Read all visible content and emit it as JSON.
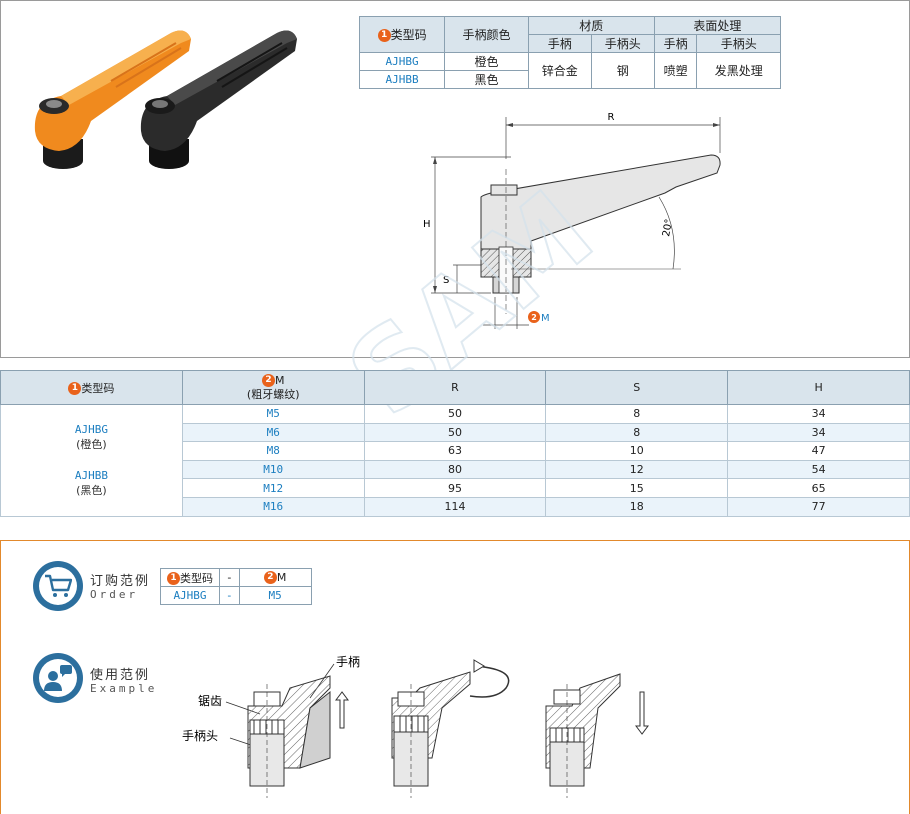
{
  "spec_table": {
    "header_code": "类型码",
    "header_color": "手柄颜色",
    "header_material": "材质",
    "header_surface": "表面处理",
    "sub_handle": "手柄",
    "sub_head": "手柄头",
    "rows": [
      {
        "code": "AJHBG",
        "color": "橙色"
      },
      {
        "code": "AJHBB",
        "color": "黑色"
      }
    ],
    "material_handle": "锌合金",
    "material_head": "钢",
    "surface_handle": "喷塑",
    "surface_head": "发黑处理"
  },
  "drawing": {
    "label_R": "R",
    "label_H": "H",
    "label_S": "S",
    "label_M": "M",
    "angle": "20°"
  },
  "dim_table": {
    "col_code": "类型码",
    "col_m": "M",
    "col_m_sub": "(粗牙螺纹)",
    "col_r": "R",
    "col_s": "S",
    "col_h": "H",
    "group_g_code": "AJHBG",
    "group_g_color": "(橙色)",
    "group_b_code": "AJHBB",
    "group_b_color": "(黑色)",
    "rows": [
      {
        "m": "M5",
        "r": "50",
        "s": "8",
        "h": "34"
      },
      {
        "m": "M6",
        "r": "50",
        "s": "8",
        "h": "34"
      },
      {
        "m": "M8",
        "r": "63",
        "s": "10",
        "h": "47"
      },
      {
        "m": "M10",
        "r": "80",
        "s": "12",
        "h": "54"
      },
      {
        "m": "M12",
        "r": "95",
        "s": "15",
        "h": "65"
      },
      {
        "m": "M16",
        "r": "114",
        "s": "18",
        "h": "77"
      }
    ]
  },
  "order": {
    "title": "订购范例",
    "subtitle": "Order",
    "h_code": "类型码",
    "h_dash": "-",
    "h_m": "M",
    "v_code": "AJHBG",
    "v_dash": "-",
    "v_m": "M5"
  },
  "usage": {
    "title": "使用范例",
    "subtitle": "Example",
    "label_handle": "手柄",
    "label_serration": "锯齿",
    "label_head": "手柄头"
  },
  "badges": {
    "one": "1",
    "two": "2"
  },
  "colors": {
    "accent_blue": "#2c6f9e",
    "badge_orange": "#e9621b",
    "header_bg": "#d9e4ec",
    "frame_orange": "#e2892c"
  }
}
